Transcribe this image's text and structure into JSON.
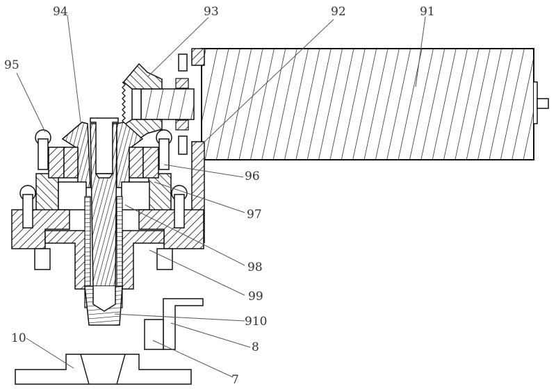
{
  "drawing": {
    "type": "mechanical cross-section (patent figure)",
    "labels": [
      {
        "id": "91",
        "text": "91",
        "part": "motor-body"
      },
      {
        "id": "92",
        "text": "92",
        "part": "motor-flange"
      },
      {
        "id": "93",
        "text": "93",
        "part": "drive-bevel-gear"
      },
      {
        "id": "94",
        "text": "94",
        "part": "driven-bevel-gear"
      },
      {
        "id": "95",
        "text": "95",
        "part": "top-screw"
      },
      {
        "id": "96",
        "text": "96",
        "part": "bearing-block"
      },
      {
        "id": "97",
        "text": "97",
        "part": "housing"
      },
      {
        "id": "98",
        "text": "98",
        "part": "shaft"
      },
      {
        "id": "99",
        "text": "99",
        "part": "base-flange"
      },
      {
        "id": "910",
        "text": "910",
        "part": "threaded-tip"
      },
      {
        "id": "8",
        "text": "8",
        "part": "bracket"
      },
      {
        "id": "7",
        "text": "7",
        "part": "sensor-block"
      },
      {
        "id": "10",
        "text": "10",
        "part": "work-plate"
      }
    ],
    "colors": {
      "line": "#111111",
      "leader": "#555555",
      "text": "#333333",
      "background": "#ffffff"
    }
  }
}
